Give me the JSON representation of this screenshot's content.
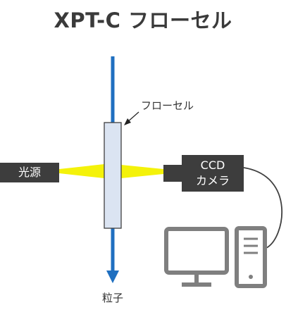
{
  "title": "XPT-C フローセル",
  "labels": {
    "flow_cell": "フローセル",
    "light_source": "光源",
    "camera_line1": "CCD",
    "camera_line2": "カメラ",
    "particles": "粒子"
  },
  "colors": {
    "stream": "#1f6fc0",
    "flow_cell_fill": "#dbe4f2",
    "beam": "#f4f20a",
    "box": "#3d3d3d",
    "pc": "#7f7f7f"
  }
}
